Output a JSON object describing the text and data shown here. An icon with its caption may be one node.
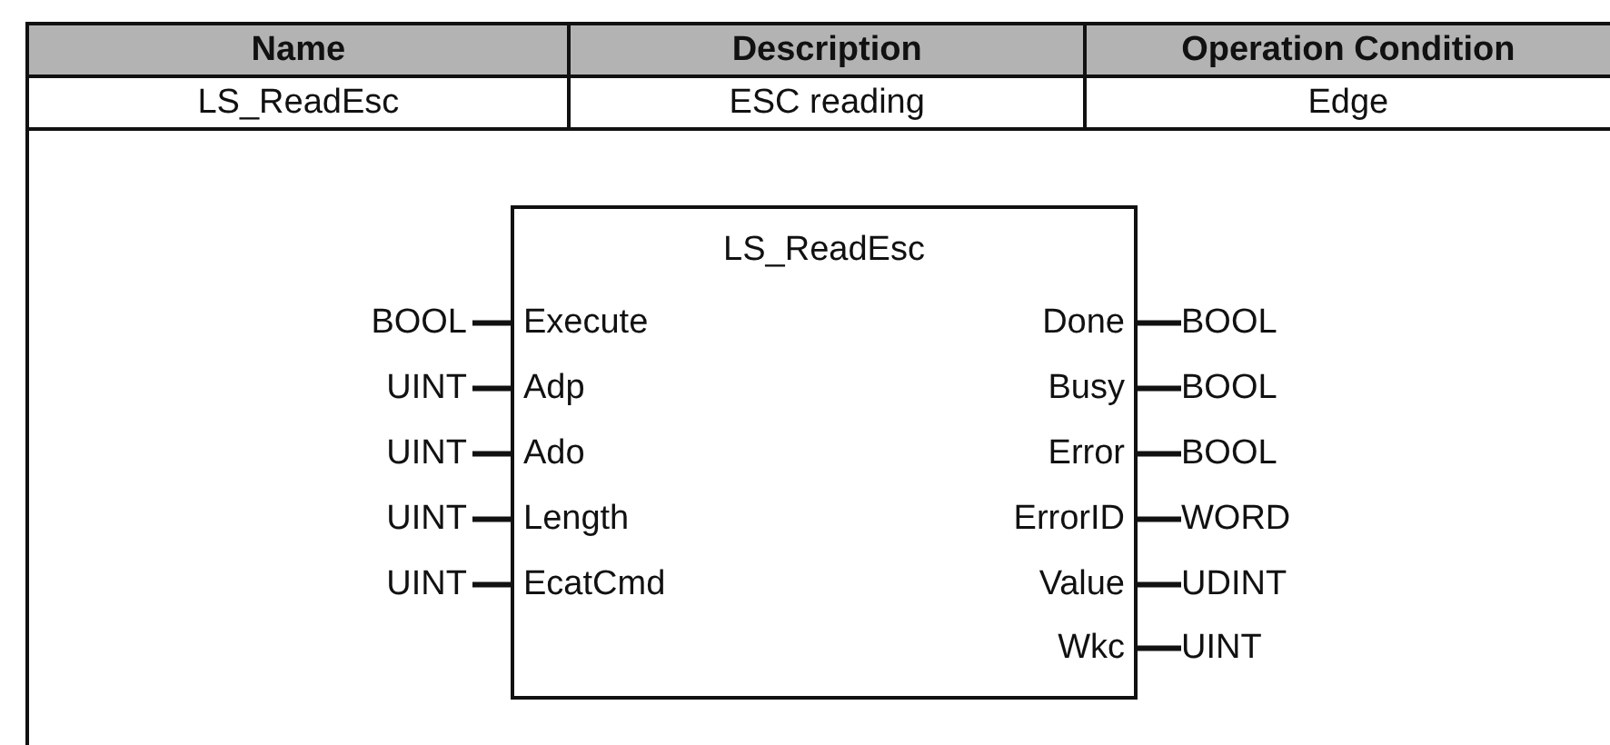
{
  "diagram": {
    "nodes": [
      {
        "text": [
          "LS_ReadEsc"
        ]
      },
      {
        "text": [
          "Execute"
        ],
        "in": 0
      },
      {
        "text": [
          "Adp"
        ],
        "in": 0
      },
      {
        "text": [
          "Ado"
        ],
        "in": 0
      },
      {
        "text": [
          "Length"
        ],
        "in": 0
      },
      {
        "text": [
          "EcatCmd"
        ],
        "in": 0
      },
      {
        "text": [
          "Done"
        ],
        "in": 0
      },
      {
        "text": [
          "Busy"
        ],
        "in": 0
      },
      {
        "text": [
          "Error"
        ],
        "in": 0
      },
      {
        "text": [
          "ErrorID"
        ],
        "in": 0
      },
      {
        "text": [
          "Value"
        ],
        "in": 0
      },
      {
        "text": [
          "Wkc"
        ],
        "in": 0
      },
      {
        "text": [
          "BOOL"
        ]
      },
      {
        "text": [
          "UINT"
        ]
      },
      {
        "text": [
          "UINT"
        ]
      },
      {
        "text": [
          "UINT"
        ]
      },
      {
        "text": [
          "UINT"
        ]
      },
      {
        "text": [
          "BOOL"
        ]
      },
      {
        "text": [
          "BOOL"
        ]
      },
      {
        "text": [
          "BOOL"
        ]
      },
      {
        "text": [
          "WORD"
        ]
      },
      {
        "text": [
          "UDINT"
        ]
      },
      {
        "text": [
          "UINT"
        ]
      }
    ],
    "edges": [
      {
        "from": 12,
        "to": 1,
        "arrow": "none"
      },
      {
        "from": 13,
        "to": 2,
        "arrow": "none"
      },
      {
        "from": 14,
        "to": 3,
        "arrow": "none"
      },
      {
        "from": 15,
        "to": 4,
        "arrow": "none"
      },
      {
        "from": 16,
        "to": 5,
        "arrow": "none"
      },
      {
        "from": 6,
        "to": 17,
        "arrow": "none"
      },
      {
        "from": 7,
        "to": 18,
        "arrow": "none"
      },
      {
        "from": 8,
        "to": 19,
        "arrow": "none"
      },
      {
        "from": 9,
        "to": 20,
        "arrow": "none"
      },
      {
        "from": 10,
        "to": 21,
        "arrow": "none"
      },
      {
        "from": 11,
        "to": 22,
        "arrow": "none"
      }
    ],
    "labels": [
      "Name",
      "Description",
      "Operation Condition",
      "LS_ReadEsc",
      "ESC reading",
      "Edge"
    ]
  }
}
